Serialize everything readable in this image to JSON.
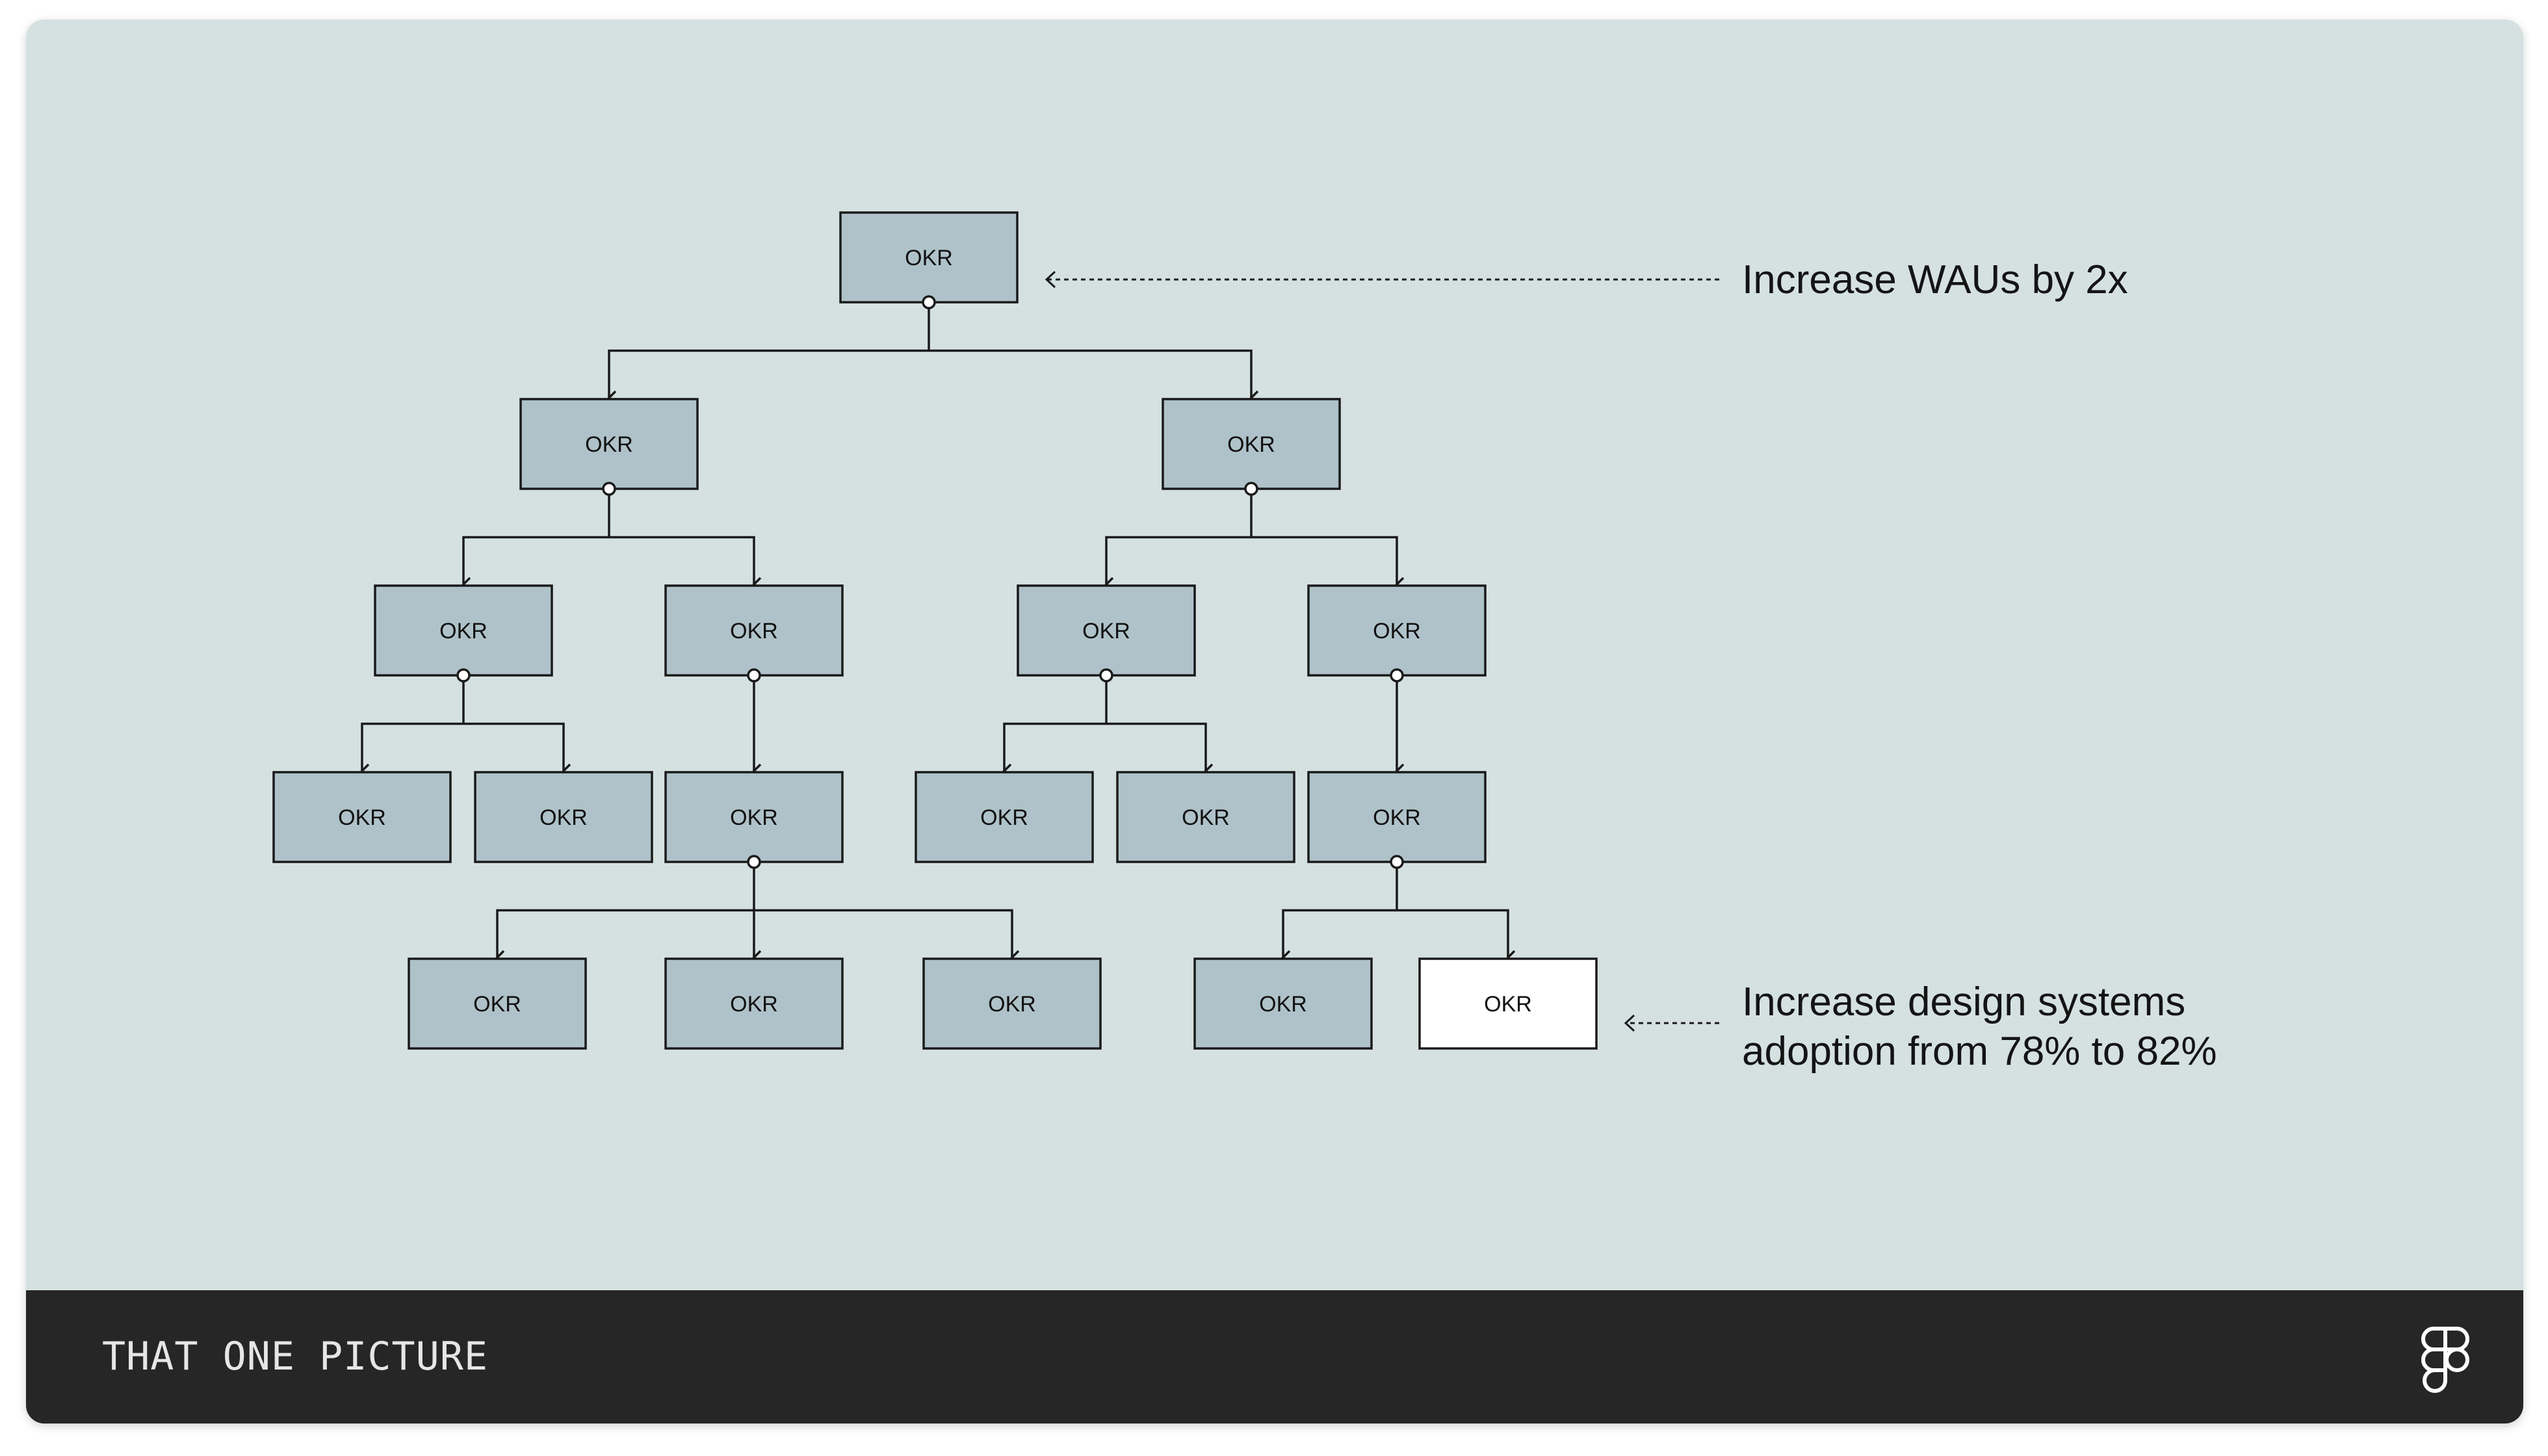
{
  "diagram": {
    "node_label": "OKR",
    "colors": {
      "background": "#d5e1e1",
      "node_fill": "#afc2c9",
      "highlight_fill": "#ffffff",
      "line": "#1a1a1a",
      "footer": "#262626"
    },
    "nodes": [
      {
        "id": "root",
        "label": "OKR",
        "parent": null
      },
      {
        "id": "l1a",
        "label": "OKR",
        "parent": "root"
      },
      {
        "id": "l1b",
        "label": "OKR",
        "parent": "root"
      },
      {
        "id": "l2a",
        "label": "OKR",
        "parent": "l1a"
      },
      {
        "id": "l2b",
        "label": "OKR",
        "parent": "l1a"
      },
      {
        "id": "l2c",
        "label": "OKR",
        "parent": "l1b"
      },
      {
        "id": "l2d",
        "label": "OKR",
        "parent": "l1b"
      },
      {
        "id": "l3a",
        "label": "OKR",
        "parent": "l2a"
      },
      {
        "id": "l3b",
        "label": "OKR",
        "parent": "l2a"
      },
      {
        "id": "l3c",
        "label": "OKR",
        "parent": "l2b"
      },
      {
        "id": "l3d",
        "label": "OKR",
        "parent": "l2c"
      },
      {
        "id": "l3e",
        "label": "OKR",
        "parent": "l2c"
      },
      {
        "id": "l3f",
        "label": "OKR",
        "parent": "l2d"
      },
      {
        "id": "l4a",
        "label": "OKR",
        "parent": "l3c"
      },
      {
        "id": "l4b",
        "label": "OKR",
        "parent": "l3c"
      },
      {
        "id": "l4c",
        "label": "OKR",
        "parent": "l3c"
      },
      {
        "id": "l4d",
        "label": "OKR",
        "parent": "l3f"
      },
      {
        "id": "l4e",
        "label": "OKR",
        "parent": "l3f",
        "highlighted": true
      }
    ],
    "annotations": [
      {
        "target": "root",
        "lines": [
          "Increase WAUs by 2x"
        ]
      },
      {
        "target": "l4e",
        "lines": [
          "Increase design systems",
          "adoption from 78% to 82%"
        ]
      }
    ]
  },
  "footer": {
    "title": "THAT ONE PICTURE",
    "logo_icon": "figma-logo-icon"
  }
}
